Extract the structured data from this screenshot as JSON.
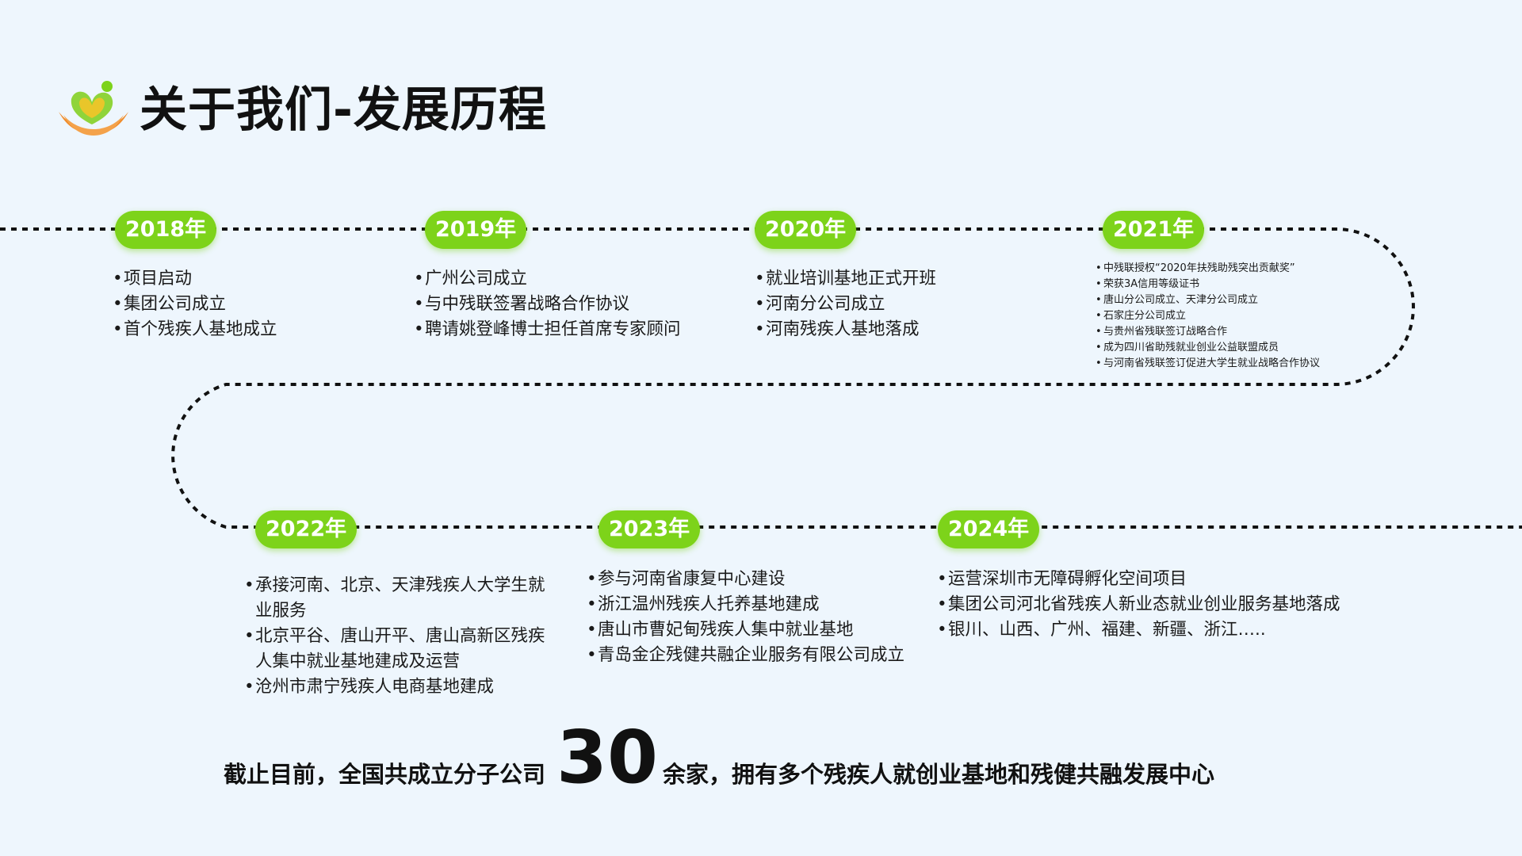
{
  "title": "关于我们-发展历程",
  "colors": {
    "accent": "#7dd31a",
    "background": "#eef6fd",
    "text": "#1a1a1a"
  },
  "logo_icon": "hands-heart-logo-icon",
  "milestones": [
    {
      "year": "2018年",
      "items": [
        "项目启动",
        "集团公司成立",
        "首个残疾人基地成立"
      ]
    },
    {
      "year": "2019年",
      "items": [
        "广州公司成立",
        "与中残联签署战略合作协议",
        "聘请姚登峰博士担任首席专家顾问"
      ]
    },
    {
      "year": "2020年",
      "items": [
        "就业培训基地正式开班",
        "河南分公司成立",
        "河南残疾人基地落成"
      ]
    },
    {
      "year": "2021年",
      "items": [
        "中残联授权“2020年扶残助残突出贡献奖”",
        "荣获3A信用等级证书",
        "唐山分公司成立、天津分公司成立",
        "石家庄分公司成立",
        "与贵州省残联签订战略合作",
        "成为四川省助残就业创业公益联盟成员",
        "与河南省残联签订促进大学生就业战略合作协议"
      ]
    },
    {
      "year": "2022年",
      "items": [
        "承接河南、北京、天津残疾人大学生就业服务",
        "北京平谷、唐山开平、唐山高新区残疾人集中就业基地建成及运营",
        "沧州市肃宁残疾人电商基地建成"
      ]
    },
    {
      "year": "2023年",
      "items": [
        "参与河南省康复中心建设",
        "浙江温州残疾人托养基地建成",
        "唐山市曹妃甸残疾人集中就业基地",
        "青岛金企残健共融企业服务有限公司成立"
      ]
    },
    {
      "year": "2024年",
      "items": [
        "运营深圳市无障碍孵化空间项目",
        "集团公司河北省残疾人新业态就业创业服务基地落成",
        "银川、山西、广州、福建、新疆、浙江….."
      ]
    }
  ],
  "summary": {
    "prefix": "截止目前，全国共成立分子公司",
    "number": "30",
    "suffix": "余家，拥有多个残疾人就创业基地和残健共融发展中心"
  }
}
